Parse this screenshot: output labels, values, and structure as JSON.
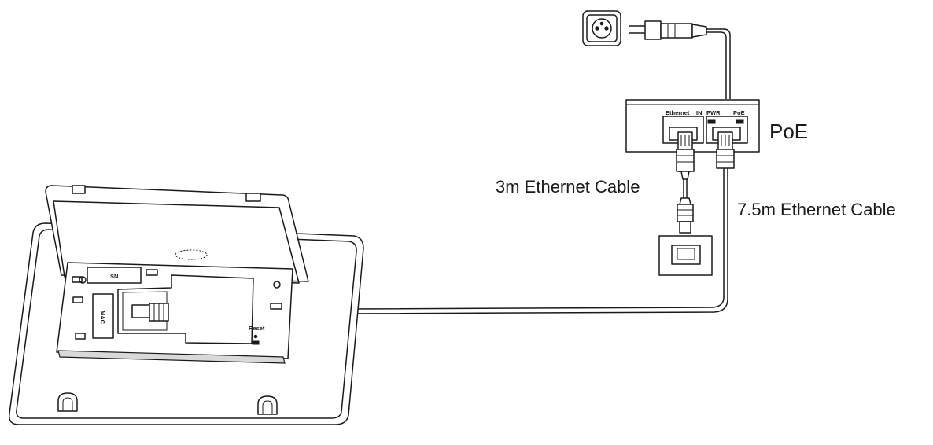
{
  "labels": {
    "poe": "PoE",
    "cable_3m": "3m Ethernet Cable",
    "cable_7_5m": "7.5m Ethernet Cable"
  },
  "poe_ports": {
    "ethernet_in": "Ethernet",
    "in_mark": "IN",
    "pwr": "PWR",
    "poe": "PoE"
  },
  "device_labels": {
    "sn": "SN",
    "mac": "MAC",
    "reset": "Reset"
  }
}
